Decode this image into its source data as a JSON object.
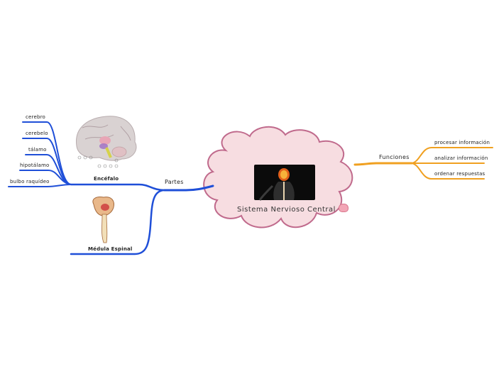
{
  "central": {
    "title": "Sistema Nervioso Central"
  },
  "branches": {
    "partes": {
      "label": "Partes",
      "encefalo": {
        "label": "Encéfalo",
        "children": [
          "cerebro",
          "cerebelo",
          "tálamo",
          "hipotálamo",
          "bulbo raquídeo"
        ]
      },
      "medula": {
        "label": "Médula Espinal"
      }
    },
    "funciones": {
      "label": "Funciones",
      "children": [
        "procesar información",
        "analizar información",
        "ordenar respuestas"
      ]
    }
  },
  "colors": {
    "left_branch": "#1f4fd8",
    "right_branch": "#f0a020",
    "cloud_fill": "#f7dde1",
    "cloud_stroke": "#c06a8c"
  }
}
